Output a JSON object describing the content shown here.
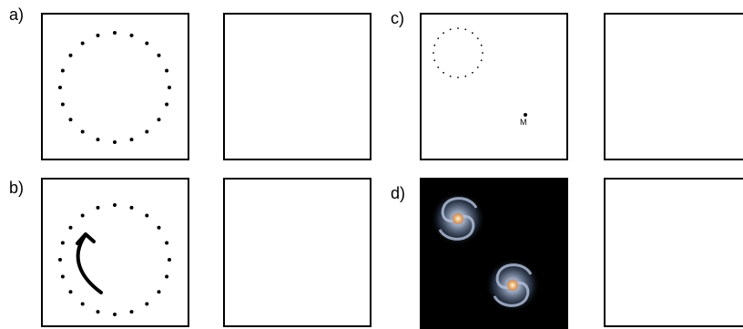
{
  "labels": {
    "a": "a)",
    "b": "b)",
    "c": "c)",
    "d": "d)"
  },
  "mass_label": "M",
  "colors": {
    "stroke": "#000000",
    "dot": "#000000",
    "galaxy_bg": "#000000"
  },
  "icons": {
    "arrow": "curved-arrow-icon",
    "galaxy": "spiral-galaxy-icon"
  }
}
